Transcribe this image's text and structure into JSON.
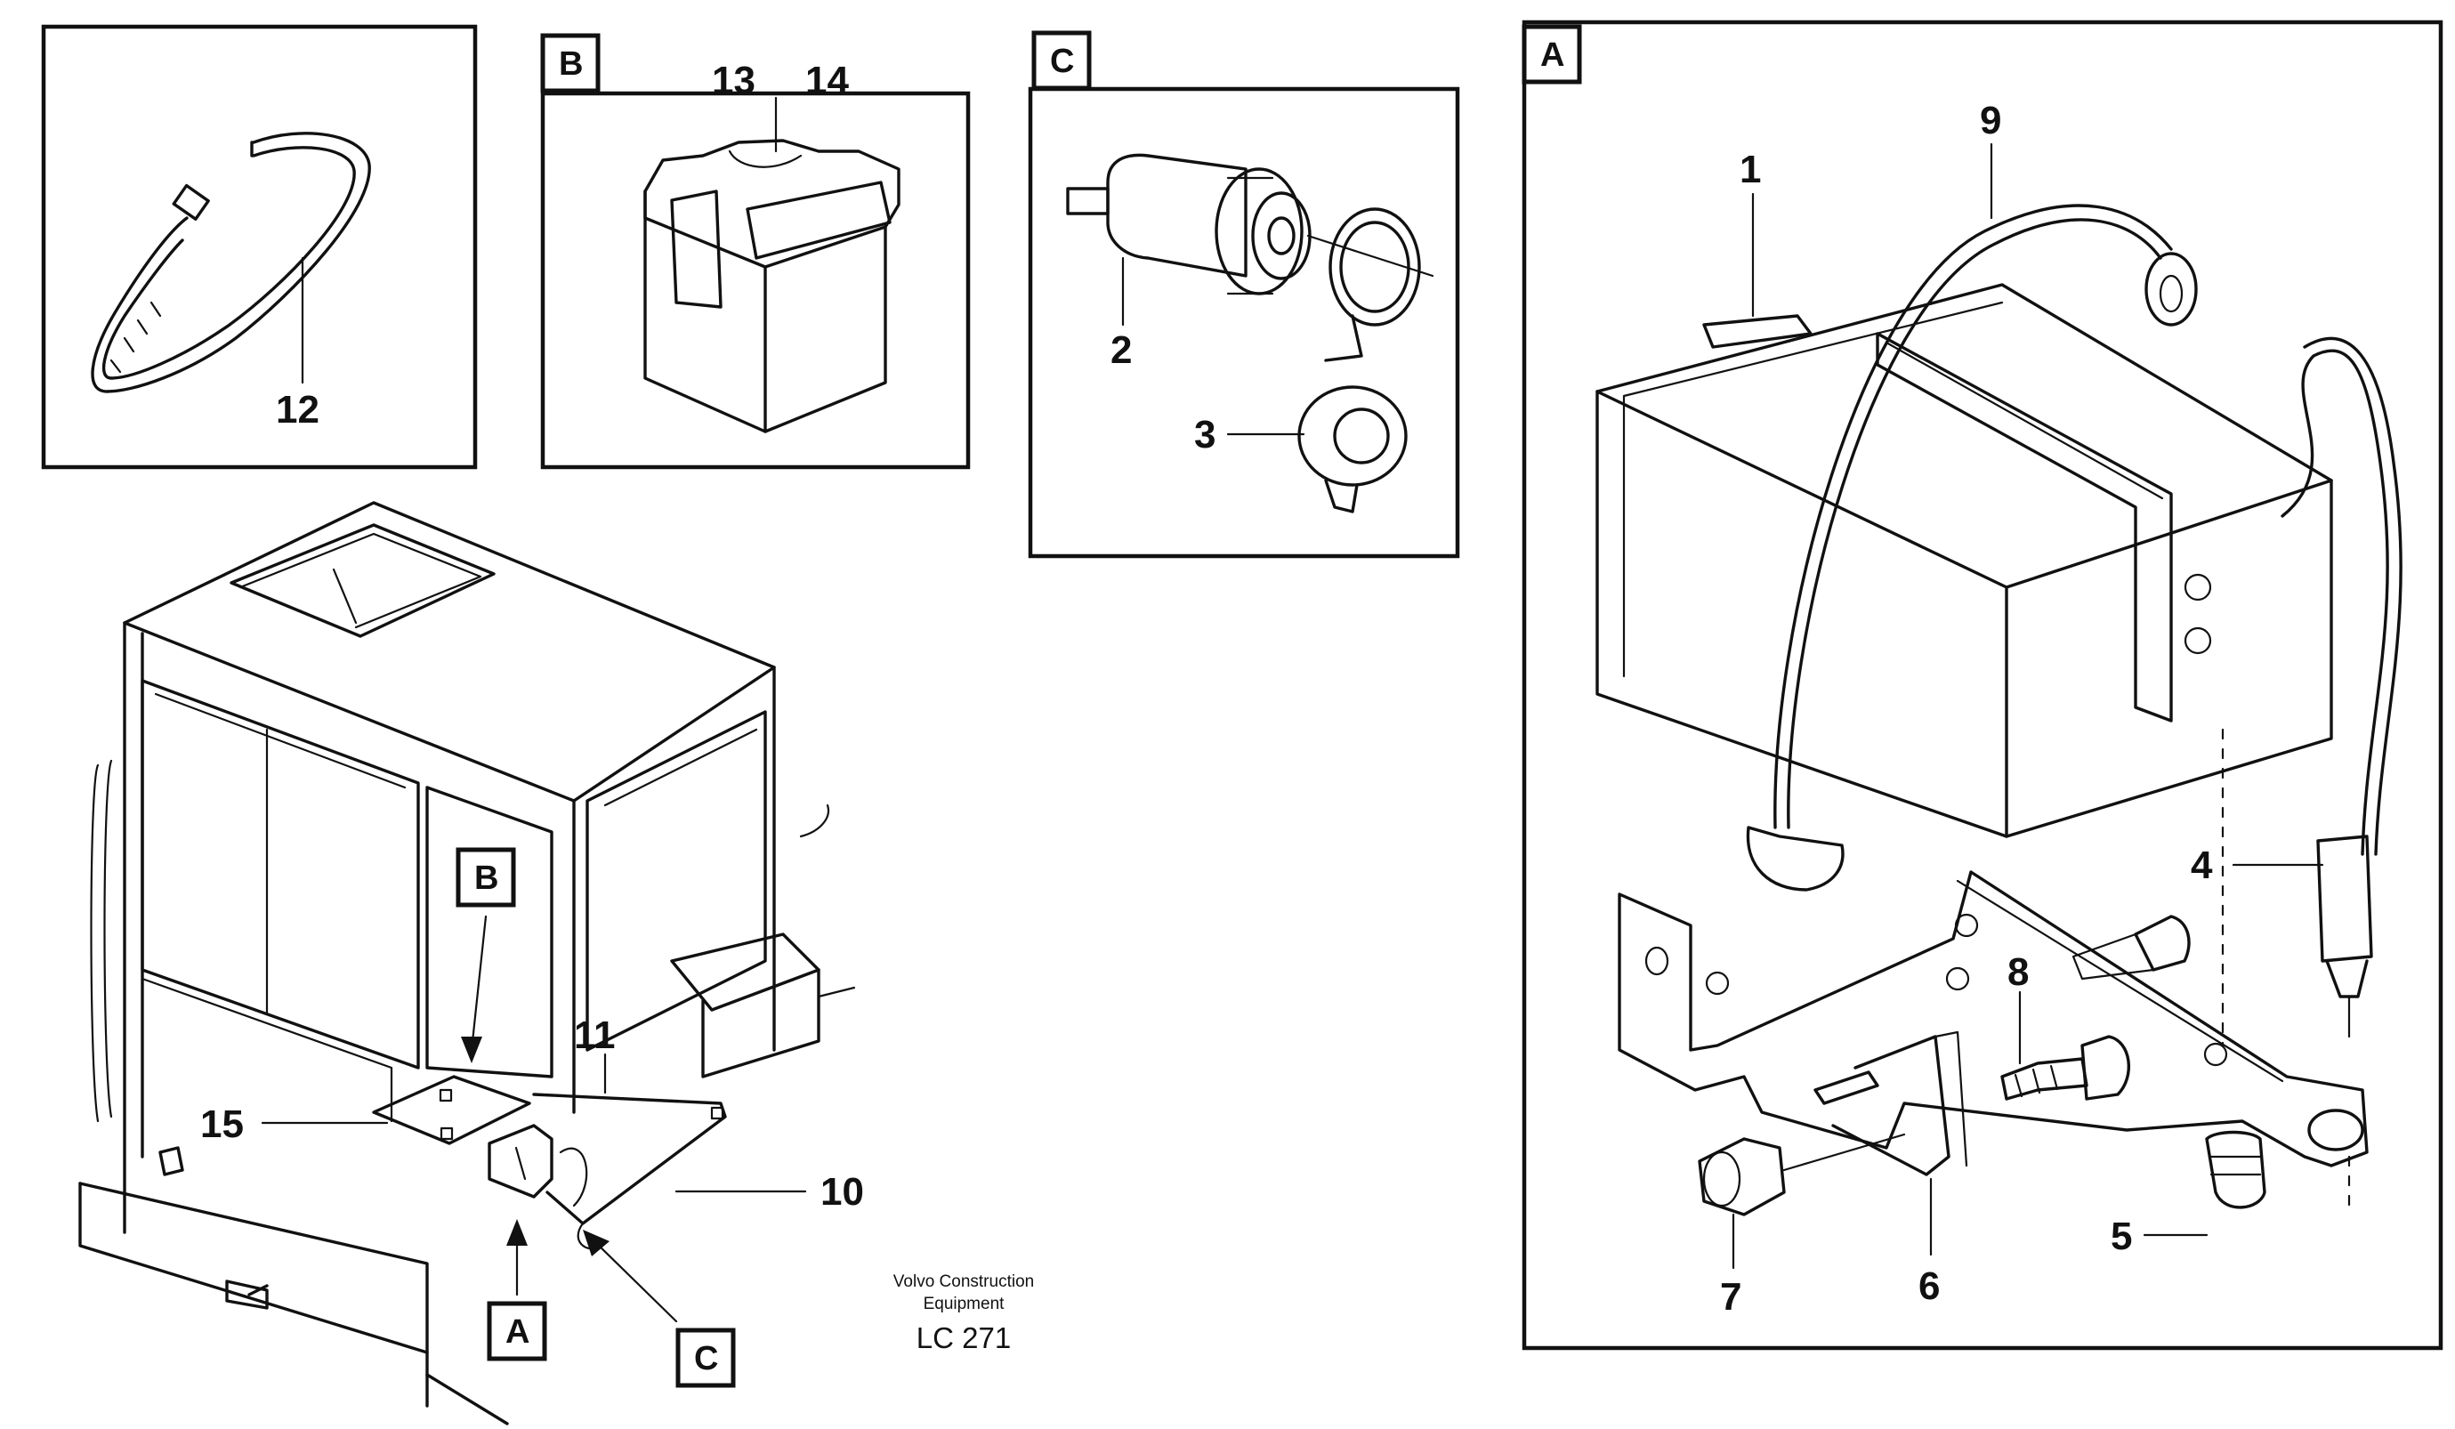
{
  "panels": {
    "clamp": {
      "part": "12"
    },
    "B": {
      "tag": "B",
      "parts": [
        "13",
        "14"
      ]
    },
    "C": {
      "tag": "C",
      "parts": [
        "2",
        "3"
      ]
    },
    "A": {
      "tag": "A",
      "parts": [
        "1",
        "9",
        "4",
        "8",
        "5",
        "6",
        "7"
      ]
    }
  },
  "overview": {
    "callouts": {
      "b": "B",
      "a": "A",
      "c": "C"
    },
    "parts": [
      "11",
      "15",
      "10"
    ]
  },
  "credit": {
    "line1": "Volvo Construction",
    "line2": "Equipment",
    "code": "LC 271"
  }
}
